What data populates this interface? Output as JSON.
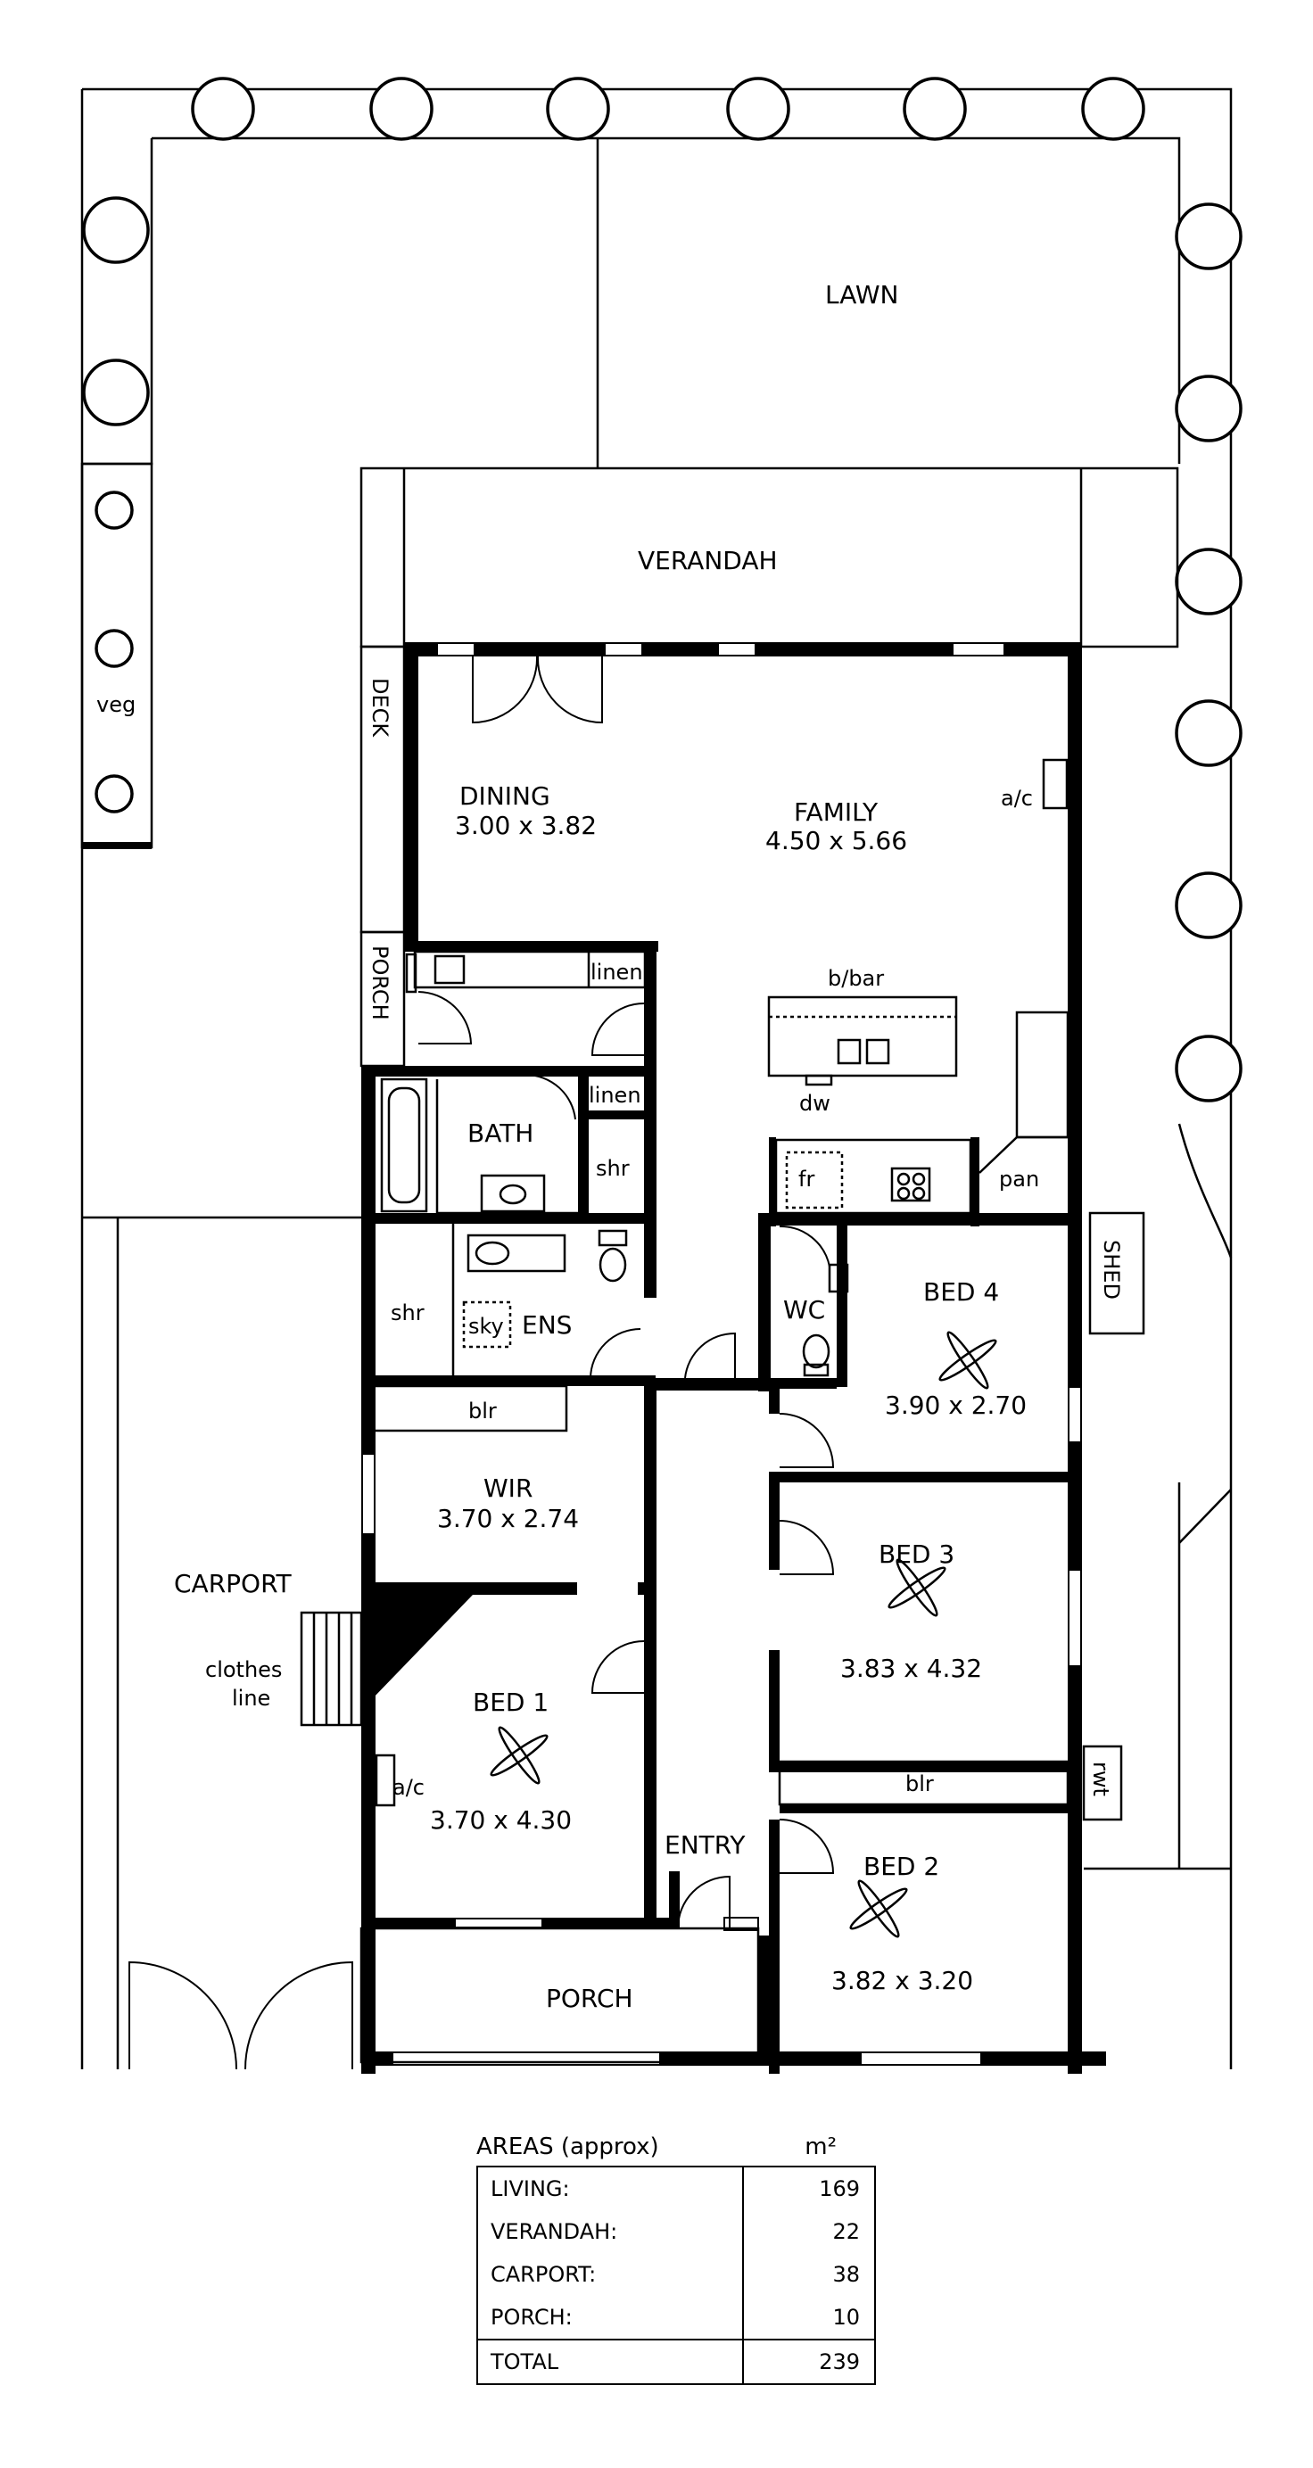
{
  "rooms": {
    "lawn": "LAWN",
    "verandah": "VERANDAH",
    "deck": "DECK",
    "veg": "veg",
    "dining": "DINING",
    "dining_size": "3.00 x 3.82",
    "family": "FAMILY",
    "family_size": "4.50 x 5.66",
    "ac_family": "a/c",
    "porch_side": "PORCH",
    "linen1": "linen",
    "linen2": "linen",
    "bbar": "b/bar",
    "dw": "dw",
    "bath": "BATH",
    "shr_bath": "shr",
    "fr": "fr",
    "pan": "pan",
    "shed": "SHED",
    "shr_ens": "shr",
    "sky": "sky",
    "ens": "ENS",
    "wc": "WC",
    "bed4": "BED 4",
    "bed4_size": "3.90 x 2.70",
    "blr_wir": "blr",
    "wir": "WIR",
    "wir_size": "3.70 x 2.74",
    "carport": "CARPORT",
    "clothes": "clothes",
    "clothes2": "line",
    "bed3": "BED 3",
    "bed3_size": "3.83 x 4.32",
    "bed1": "BED 1",
    "bed1_size": "3.70 x 4.30",
    "ac_bed1": "a/c",
    "blr_bed3": "blr",
    "rwt": "rwt",
    "entry": "ENTRY",
    "bed2": "BED 2",
    "bed2_size": "3.82 x 3.20",
    "porch_front": "PORCH"
  },
  "areas": {
    "title": "AREAS (approx)",
    "unit": "m²",
    "rows": [
      {
        "label": "LIVING:",
        "value": "169"
      },
      {
        "label": "VERANDAH:",
        "value": "22"
      },
      {
        "label": "CARPORT:",
        "value": "38"
      },
      {
        "label": "PORCH:",
        "value": "10"
      }
    ],
    "total_label": "TOTAL",
    "total_value": "239"
  }
}
